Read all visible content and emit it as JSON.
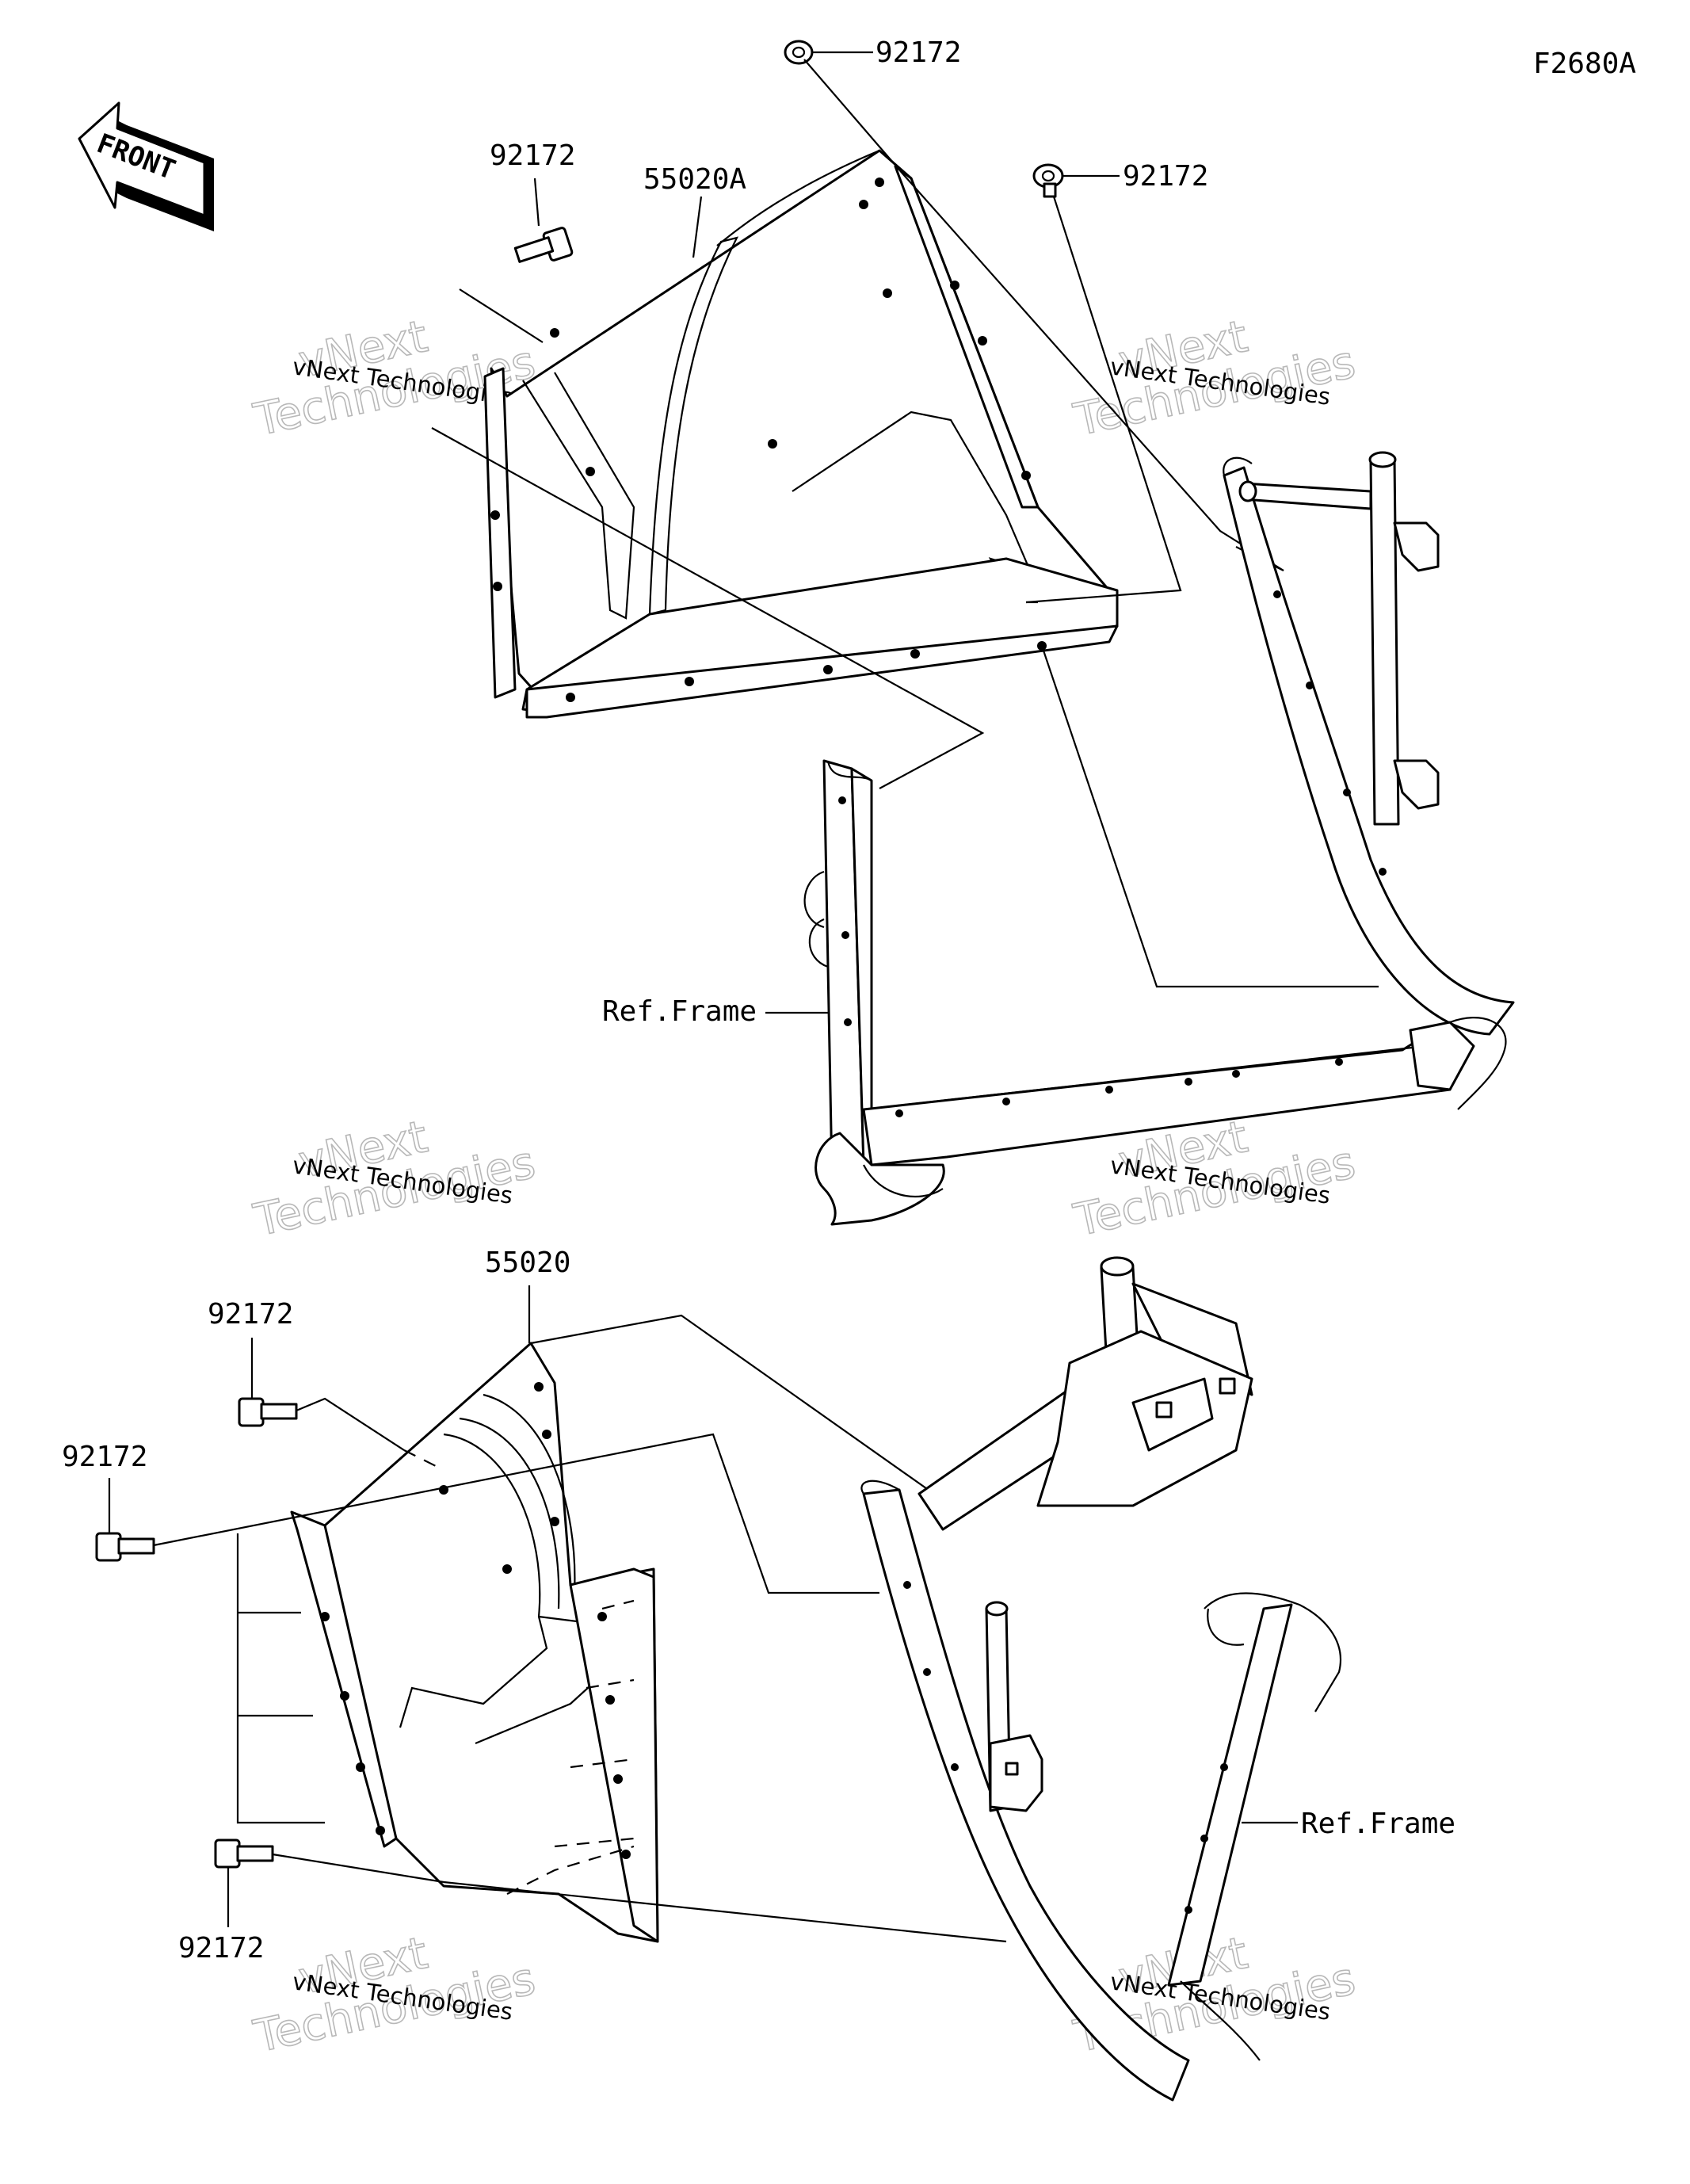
{
  "diagram_id": "F2680A",
  "front_arrow_label": "FRONT",
  "watermark": {
    "line1": "vNext",
    "line2": "Technologies",
    "small": "vNext Technologies"
  },
  "callouts": {
    "bolt_top_center": "92172",
    "bolt_top_left": "92172",
    "bolt_top_right": "92172",
    "part_upper_panel": "55020A",
    "ref_frame_upper": "Ref.Frame",
    "part_lower_panel": "55020",
    "bolt_lower_a": "92172",
    "bolt_lower_b": "92172",
    "bolt_lower_c": "92172",
    "ref_frame_lower": "Ref.Frame"
  }
}
